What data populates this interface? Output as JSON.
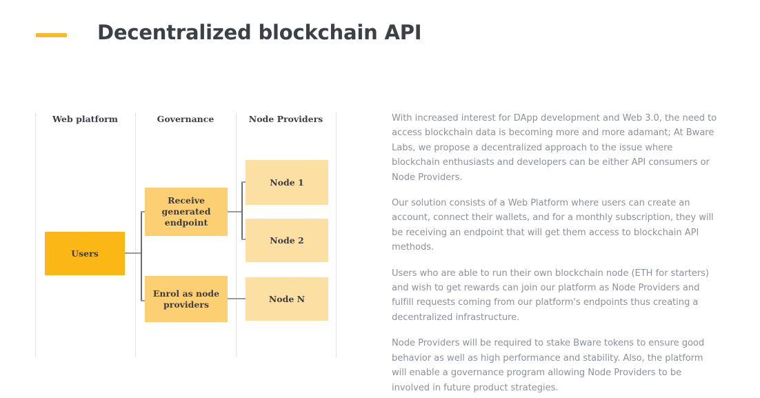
{
  "header": {
    "title": "Decentralized blockchain API",
    "accent_color": "#fbb829",
    "title_color": "#3d4045"
  },
  "diagram": {
    "columns": [
      {
        "label": "Web platform"
      },
      {
        "label": "Governance"
      },
      {
        "label": "Node Providers"
      }
    ],
    "boxes": {
      "users": {
        "label": "Users",
        "color": "#fab716"
      },
      "receive_endpoint": {
        "label": "Receive generated endpoint",
        "color": "#fccf73"
      },
      "enrol_providers": {
        "label": "Enrol as node providers",
        "color": "#fccf73"
      },
      "node_1": {
        "label": "Node 1",
        "color": "#fcdfa2"
      },
      "node_2": {
        "label": "Node 2",
        "color": "#fcdfa2"
      },
      "node_n": {
        "label": "Node N",
        "color": "#fcdfa2"
      }
    }
  },
  "description": {
    "paragraphs": [
      "With increased interest for DApp development and Web 3.0, the need to access blockchain data is becoming more and more adamant; At Bware Labs, we propose a decentralized approach to the issue where blockchain enthusiasts and developers can be either API consumers or Node Providers.",
      "Our solution consists of a Web Platform where users can create an account, connect their wallets, and for a monthly subscription, they will be receiving an endpoint that will get them access to blockchain API methods.",
      "Users who are able to run their own blockchain node (ETH for starters) and wish to get rewards can join our platform as Node Providers and fulfill requests coming from our platform's endpoints thus creating a decentralized infrastructure.",
      "Node Providers will be required to stake Bware tokens to ensure good behavior as well as high performance and stability. Also, the platform will enable a governance program allowing Node Providers to be involved in future product strategies."
    ]
  }
}
